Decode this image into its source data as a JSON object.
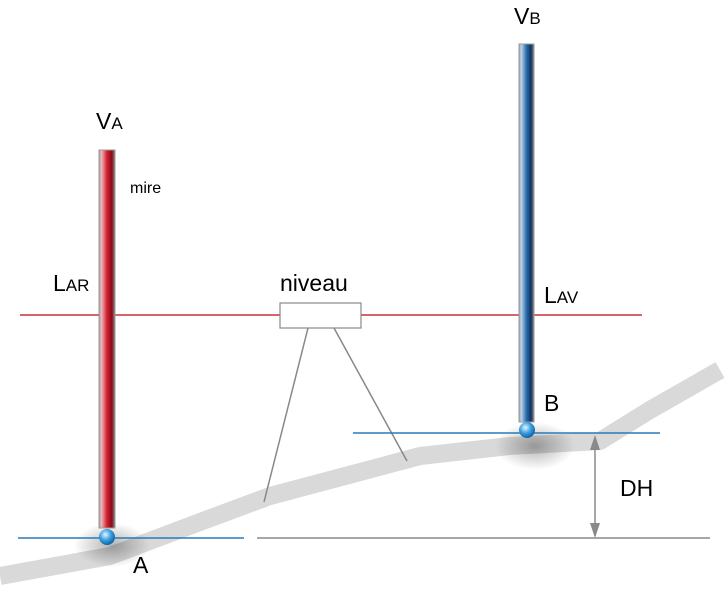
{
  "labels": {
    "va_main": "V",
    "va_sub": "A",
    "vb_main": "V",
    "vb_sub": "B",
    "lar_main": "L",
    "lar_sub": "AR",
    "lav_main": "L",
    "lav_sub": "AV",
    "mire": "mire",
    "niveau": "niveau",
    "point_a": "A",
    "point_b": "B",
    "dh": "DH"
  },
  "colors": {
    "staff_a": "#d0202f",
    "staff_b": "#2a6aa8",
    "sight_line": "#c8303c",
    "level_line": "#2a7ab8",
    "ground": "#d9d9d9",
    "gray": "#8a8a8a"
  }
}
